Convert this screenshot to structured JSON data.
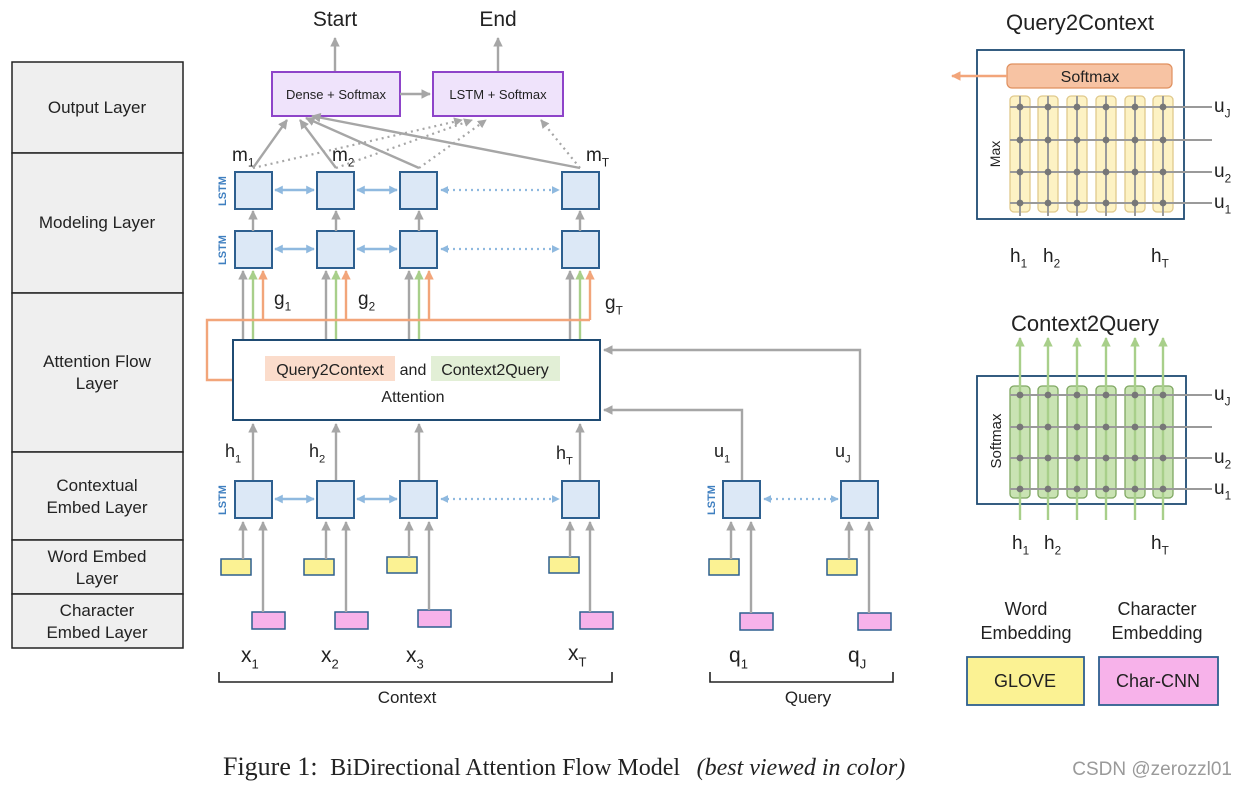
{
  "layers": [
    "Output Layer",
    "Modeling Layer",
    "Attention Flow Layer",
    "Contextual Embed Layer",
    "Word Embed Layer",
    "Character Embed Layer"
  ],
  "outputs": {
    "start": "Start",
    "end": "End"
  },
  "output_boxes": {
    "dense": "Dense + Softmax",
    "lstm": "LSTM + Softmax"
  },
  "lstm_label": "LSTM",
  "m_labels": [
    {
      "base": "m",
      "sub": "1"
    },
    {
      "base": "m",
      "sub": "2"
    },
    {
      "base": "m",
      "sub": "T"
    }
  ],
  "g_labels": [
    {
      "base": "g",
      "sub": "1"
    },
    {
      "base": "g",
      "sub": "2"
    },
    {
      "base": "g",
      "sub": "T"
    }
  ],
  "attention": {
    "q2c": "Query2Context",
    "and": "and",
    "c2q": "Context2Query",
    "line2": "Attention"
  },
  "h_labels": [
    {
      "base": "h",
      "sub": "1"
    },
    {
      "base": "h",
      "sub": "2"
    },
    {
      "base": "h",
      "sub": "T"
    }
  ],
  "u_labels": [
    {
      "base": "u",
      "sub": "1"
    },
    {
      "base": "u",
      "sub": "J"
    }
  ],
  "x_labels": [
    {
      "base": "x",
      "sub": "1"
    },
    {
      "base": "x",
      "sub": "2"
    },
    {
      "base": "x",
      "sub": "3"
    },
    {
      "base": "x",
      "sub": "T"
    }
  ],
  "q_labels": [
    {
      "base": "q",
      "sub": "1"
    },
    {
      "base": "q",
      "sub": "J"
    }
  ],
  "context_label": "Context",
  "query_label": "Query",
  "q2c_panel": {
    "title": "Query2Context",
    "softmax": "Softmax",
    "max": "Max",
    "rows": [
      {
        "base": "u",
        "sub": "J"
      },
      {
        "base": "u",
        "sub": "2"
      },
      {
        "base": "u",
        "sub": "1"
      }
    ],
    "cols": [
      {
        "base": "h",
        "sub": "1"
      },
      {
        "base": "h",
        "sub": "2"
      },
      {
        "base": "h",
        "sub": "T"
      }
    ]
  },
  "c2q_panel": {
    "title": "Context2Query",
    "softmax": "Softmax",
    "rows": [
      {
        "base": "u",
        "sub": "J"
      },
      {
        "base": "u",
        "sub": "2"
      },
      {
        "base": "u",
        "sub": "1"
      }
    ],
    "cols": [
      {
        "base": "h",
        "sub": "1"
      },
      {
        "base": "h",
        "sub": "2"
      },
      {
        "base": "h",
        "sub": "T"
      }
    ]
  },
  "legend": {
    "word": {
      "line1": "Word",
      "line2": "Embedding",
      "box": "GLOVE"
    },
    "char": {
      "line1": "Character",
      "line2": "Embedding",
      "box": "Char-CNN"
    }
  },
  "caption": {
    "prefix": "Figure 1:",
    "title": "BiDirectional Attention Flow Model",
    "note": "(best viewed in color)"
  },
  "watermark": "CSDN @zerozzl01",
  "colors": {
    "lstm_fill": "#dce8f6",
    "lstm_stroke": "#2d5f8f",
    "output_box_fill": "#efe3fb",
    "output_box_stroke": "#8e44c9",
    "glove": "#fbf293",
    "char_cnn": "#f7b2ea",
    "q2c_highlight": "#fbdccb",
    "c2q_highlight": "#e2efd6"
  }
}
